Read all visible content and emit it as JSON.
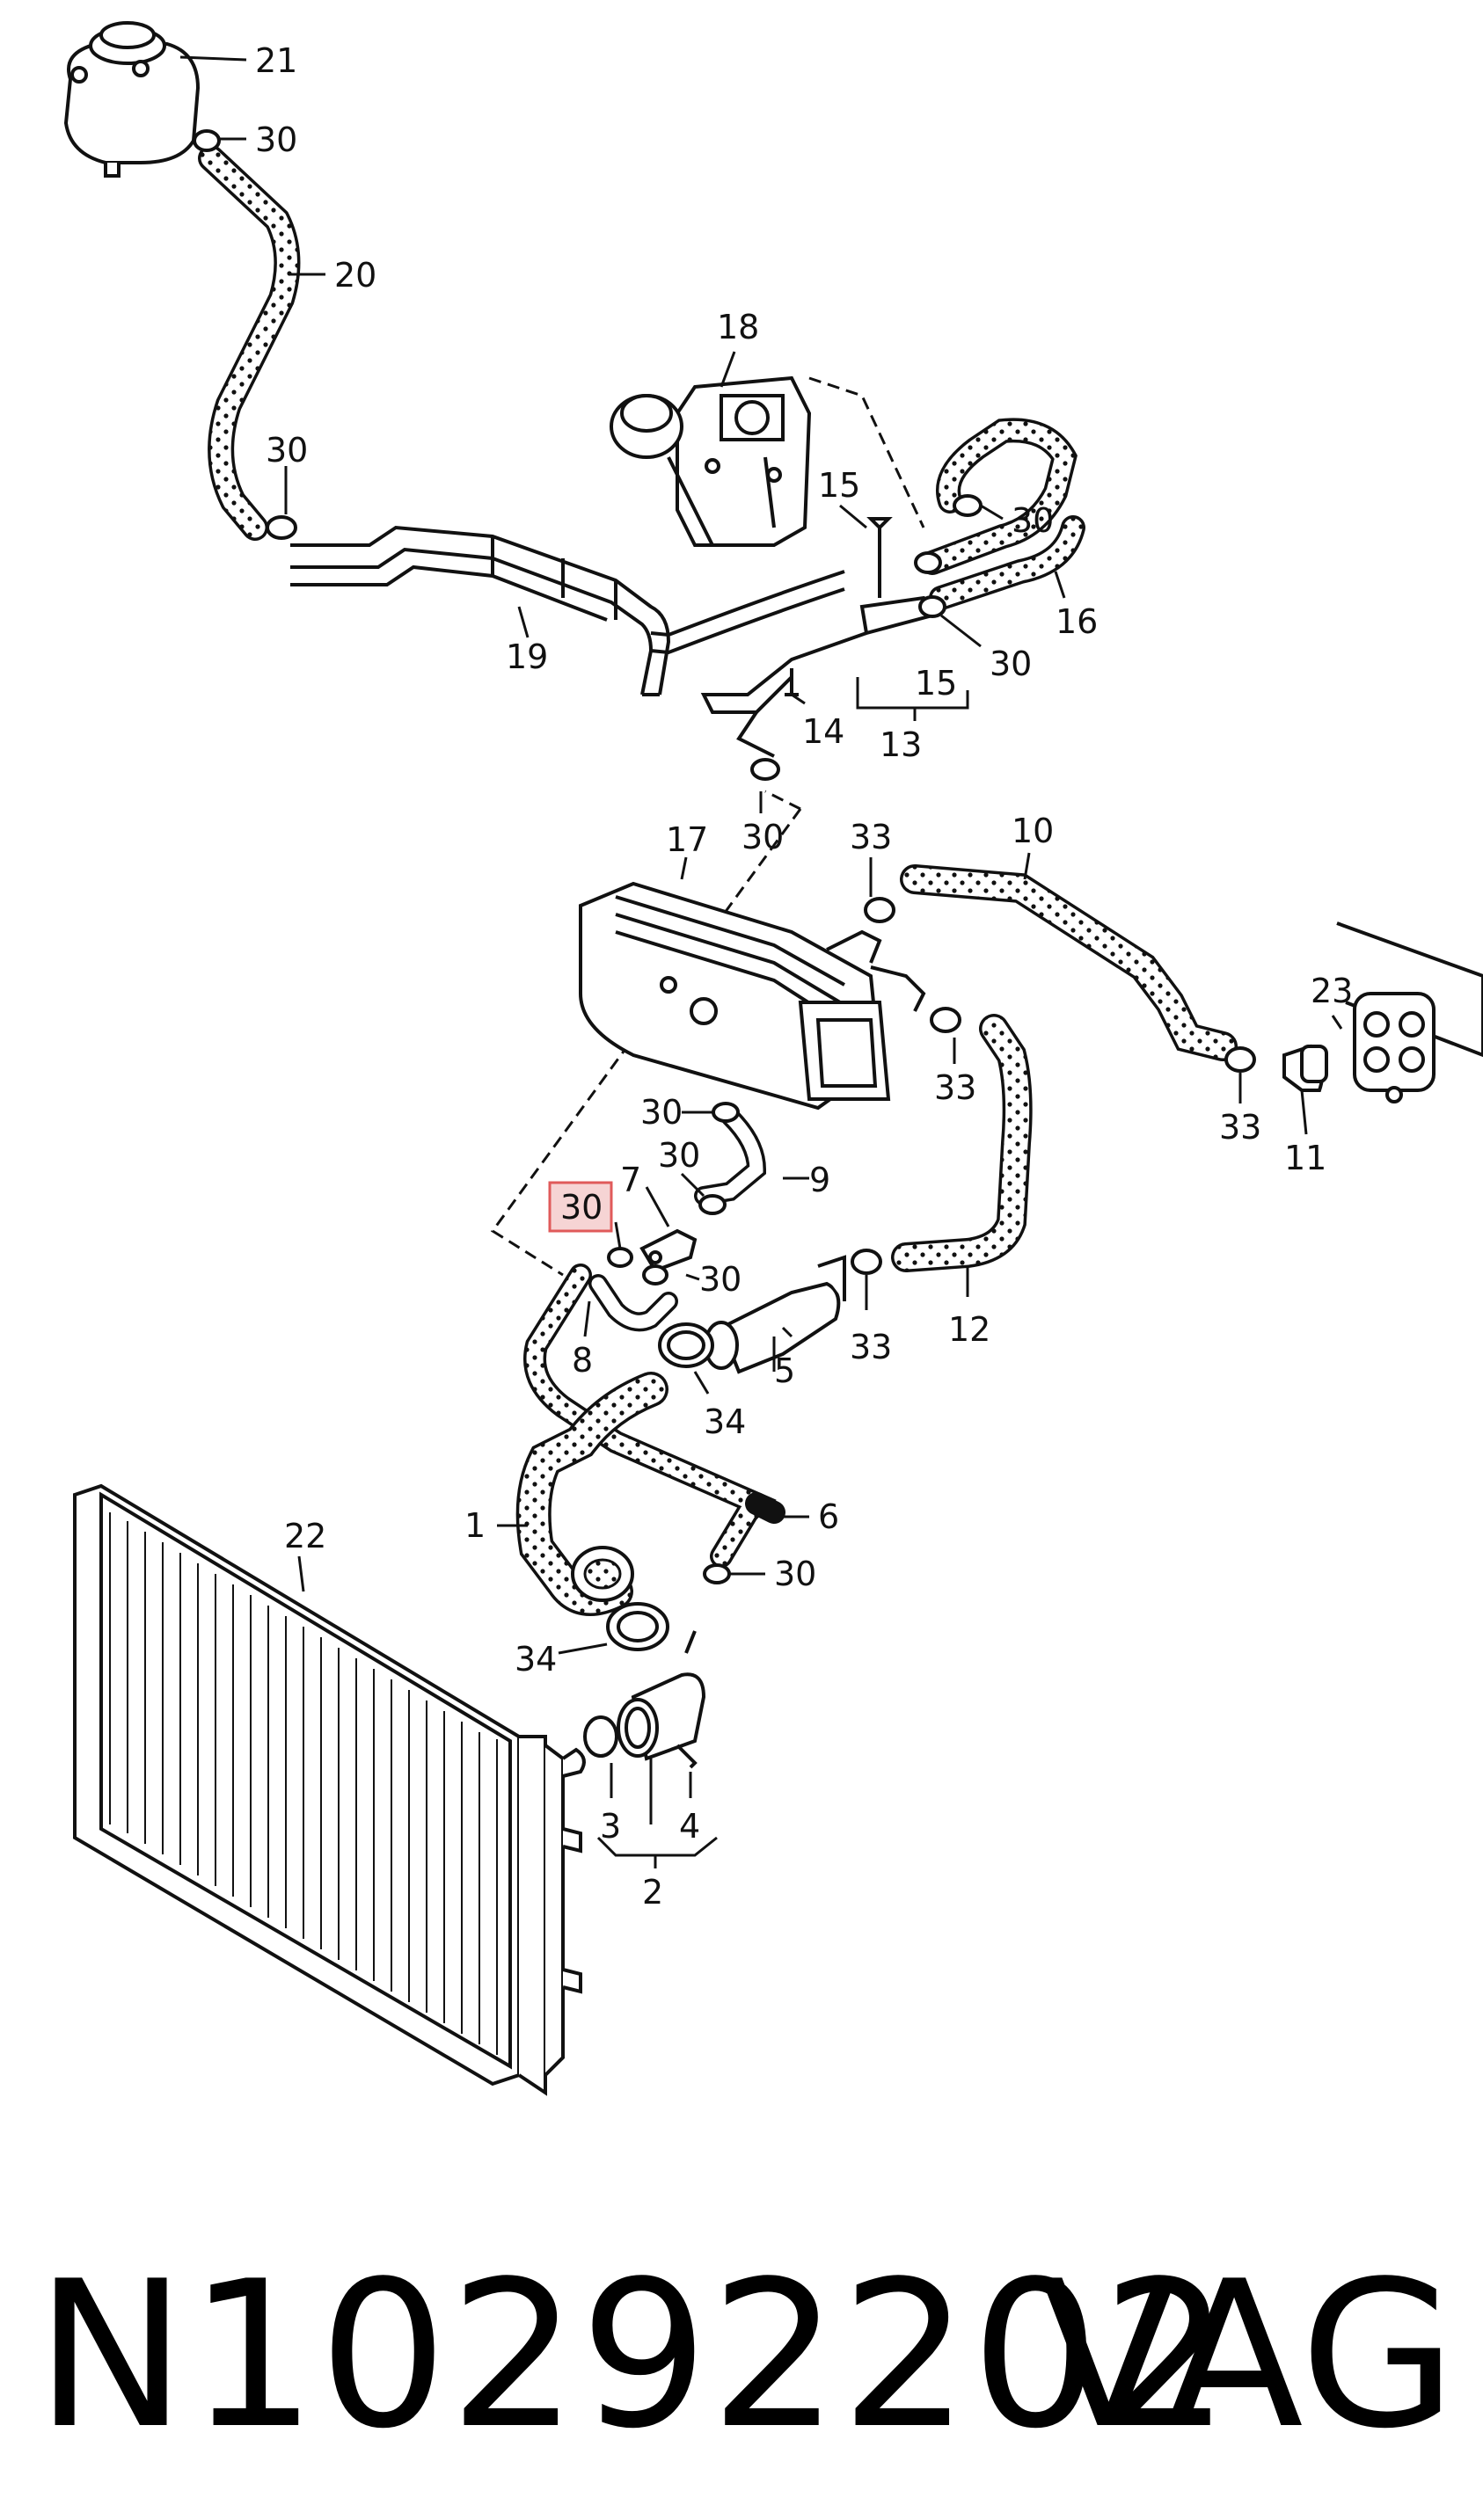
{
  "labels": {
    "l21": "21",
    "l30_a": "30",
    "l20": "20",
    "l30_b": "30",
    "l19": "19",
    "l18": "18",
    "l15_a": "15",
    "l30_c": "30",
    "l16": "16",
    "l30_d": "30",
    "l14": "14",
    "l15_b": "15",
    "l13": "13",
    "l30_e": "30",
    "l17": "17",
    "l33_a": "33",
    "l10": "10",
    "l33_b": "33",
    "l23": "23",
    "l33_c": "33",
    "l11": "11",
    "l30_f": "30",
    "l30_g": "30",
    "l30_hl": "30",
    "l7": "7",
    "l9": "9",
    "l30_h": "30",
    "l8": "8",
    "l5": "5",
    "l33_d": "33",
    "l12": "12",
    "l34_a": "34",
    "l22": "22",
    "l1": "1",
    "l6": "6",
    "l30_i": "30",
    "l34_b": "34",
    "l3": "3",
    "l4": "4",
    "l2": "2"
  },
  "highlighted_callout": "30",
  "footer": {
    "part_number": "N10292202",
    "brand": "VAG"
  }
}
